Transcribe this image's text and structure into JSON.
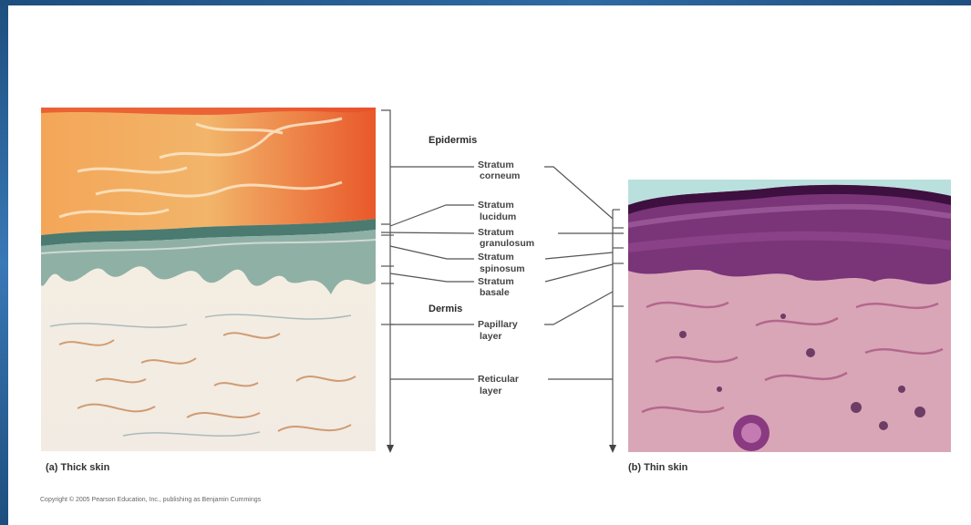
{
  "labels": {
    "epidermis": "Epidermis",
    "dermis": "Dermis",
    "stratum_corneum_1": "Stratum",
    "stratum_corneum_2": "corneum",
    "stratum_lucidum_1": "Stratum",
    "stratum_lucidum_2": "lucidum",
    "stratum_granulosum_1": "Stratum",
    "stratum_granulosum_2": "granulosum",
    "stratum_spinosum_1": "Stratum",
    "stratum_spinosum_2": "spinosum",
    "stratum_basale_1": "Stratum",
    "stratum_basale_2": "basale",
    "papillary_1": "Papillary",
    "papillary_2": "layer",
    "reticular_1": "Reticular",
    "reticular_2": "layer"
  },
  "captions": {
    "thick": "(a) Thick skin",
    "thin": "(b) Thin skin"
  },
  "copyright": "Copyright © 2005 Pearson Education, Inc., publishing as Benjamin Cummings",
  "colors": {
    "frame": "#2f6aa3",
    "leader_lines": "#555555",
    "thick_cornified": "#f08a3a",
    "thick_basal": "#7e9a8e",
    "thin_epidermis": "#6a2a6a",
    "thin_dermis": "#c98aa6"
  }
}
